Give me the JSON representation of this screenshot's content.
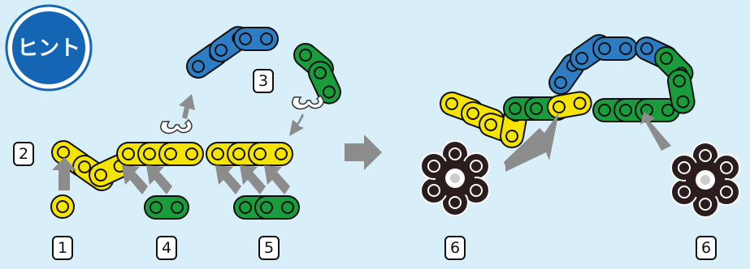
{
  "badge": {
    "text": "ヒント"
  },
  "step_labels": {
    "s1": "1",
    "s2": "2",
    "s3": "3",
    "s4": "4",
    "s5": "5",
    "s6a": "6",
    "s6b": "6"
  },
  "colors": {
    "background": "#d8eef8",
    "yellow_link": "#f5e400",
    "green_link": "#1a9b3c",
    "blue_link": "#2e7dc4",
    "sprocket": "#2b1d1d",
    "arrow": "#8c8c8c",
    "badge": "#1565b5"
  }
}
